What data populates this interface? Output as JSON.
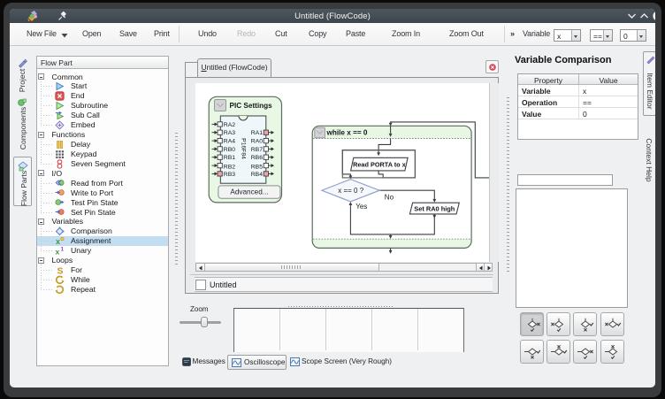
{
  "window": {
    "title": "Untitled (FlowCode)",
    "controls": [
      "minimize",
      "maximize",
      "close"
    ]
  },
  "toolbar": {
    "items": [
      "New File",
      "Open",
      "Save",
      "Print",
      "Undo",
      "Redo",
      "Cut",
      "Copy",
      "Paste",
      "Zoom In",
      "Zoom Out"
    ],
    "overflow_chevron": "»",
    "variable_label": "Variable",
    "combos": [
      {
        "value": "x"
      },
      {
        "value": "=="
      },
      {
        "value": "0"
      }
    ]
  },
  "left_tabs": [
    {
      "label": "Project"
    },
    {
      "label": "Components"
    },
    {
      "label": "Flow Parts",
      "selected": true
    }
  ],
  "tree": {
    "header": "Flow Part",
    "items": [
      {
        "label": "Common",
        "type": "group"
      },
      {
        "label": "Start",
        "icon": "start"
      },
      {
        "label": "End",
        "icon": "end"
      },
      {
        "label": "Subroutine",
        "icon": "subroutine"
      },
      {
        "label": "Sub Call",
        "icon": "subcall"
      },
      {
        "label": "Embed",
        "icon": "embed"
      },
      {
        "label": "Functions",
        "type": "group"
      },
      {
        "label": "Delay",
        "icon": "delay"
      },
      {
        "label": "Keypad",
        "icon": "keypad"
      },
      {
        "label": "Seven Segment",
        "icon": "sevensegment"
      },
      {
        "label": "I/O",
        "type": "group"
      },
      {
        "label": "Read from Port",
        "icon": "readport"
      },
      {
        "label": "Write to Port",
        "icon": "writeport"
      },
      {
        "label": "Test Pin State",
        "icon": "testpin"
      },
      {
        "label": "Set Pin State",
        "icon": "setpin"
      },
      {
        "label": "Variables",
        "type": "group"
      },
      {
        "label": "Comparison",
        "icon": "comparison"
      },
      {
        "label": "Assignment",
        "icon": "assignment",
        "selected": true
      },
      {
        "label": "Unary",
        "icon": "unary"
      },
      {
        "label": "Loops",
        "type": "group"
      },
      {
        "label": "For",
        "icon": "for"
      },
      {
        "label": "While",
        "icon": "while"
      },
      {
        "label": "Repeat",
        "icon": "repeat"
      }
    ]
  },
  "doc": {
    "tab": "Untitled (FlowCode)",
    "flow_name": "Untitled"
  },
  "pic": {
    "title": "PIC Settings",
    "chip": "P16F84",
    "advanced": "Advanced...",
    "left_pins": [
      "RA2",
      "RA3",
      "RA4",
      "RB0",
      "RB1",
      "RB2",
      "RB3"
    ],
    "right_pins": [
      "RA1",
      "RA0",
      "RB7",
      "RB6",
      "RB5",
      "RB4"
    ]
  },
  "flow": {
    "while_label": "while x == 0",
    "read_label": "Read PORTA to x",
    "decision_label": "x == 0 ?",
    "yes_label": "Yes",
    "no_label": "No",
    "set_label": "Set RA0 high"
  },
  "inspector": {
    "title": "Variable Comparison",
    "table": {
      "headers": [
        "Property",
        "Value"
      ],
      "rows": [
        {
          "property": "Variable",
          "value": "x"
        },
        {
          "property": "Operation",
          "value": "=="
        },
        {
          "property": "Value",
          "value": "0"
        }
      ]
    },
    "decision_buttons": [
      {
        "stem": "top",
        "x": "right",
        "check": "bottom",
        "pressed": true
      },
      {
        "stem": "top",
        "x": "left",
        "check": "bottom"
      },
      {
        "stem": "top",
        "x": "bottom",
        "check": "right"
      },
      {
        "stem": "top",
        "x": "left",
        "check": "right"
      },
      {
        "stem": "left",
        "x": "bottom",
        "check": "right"
      },
      {
        "stem": "left",
        "x": "top",
        "check": "right"
      },
      {
        "stem": "left",
        "x": "right",
        "check": "bottom"
      },
      {
        "stem": "left",
        "x": "top",
        "check": "bottom"
      }
    ]
  },
  "right_tabs": [
    {
      "label": "Item Editor",
      "selected": true
    },
    {
      "label": "Context Help"
    }
  ],
  "bottom": {
    "zoom_label": "Zoom",
    "tabs": [
      {
        "label": "Messages"
      },
      {
        "label": "Oscilloscope",
        "selected": true
      },
      {
        "label": "Scope Screen (Very Rough)"
      }
    ]
  },
  "colors": {
    "titlebar_top": "#4e575f",
    "titlebar_bottom": "#3e454c",
    "window_bg": "#eef0f1",
    "selection": "#c3def1",
    "flow_green": "#e8f6e4",
    "decision_fill": "#f5f8fd",
    "decision_stroke": "#8b9ccb",
    "close_red": "#d8414f"
  }
}
